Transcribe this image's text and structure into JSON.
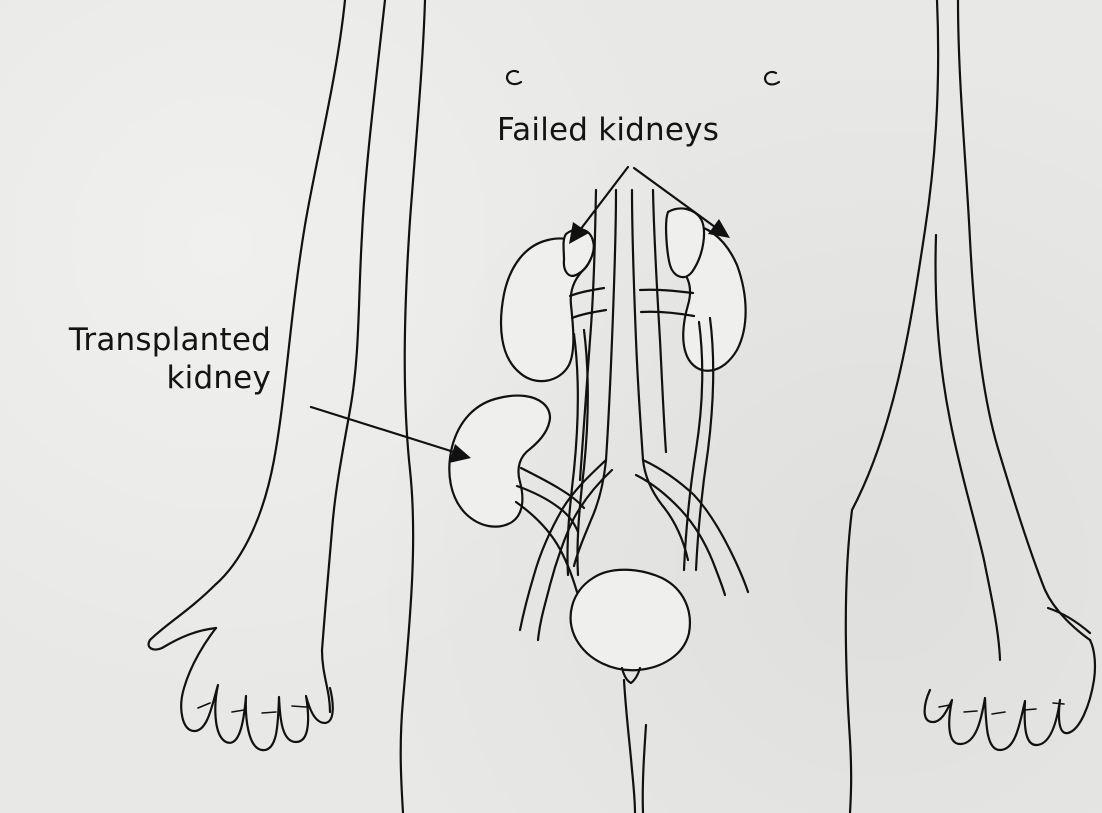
{
  "labels": {
    "failed_kidneys": "Failed kidneys",
    "transplanted_line1": "Transplanted",
    "transplanted_line2": "kidney"
  }
}
